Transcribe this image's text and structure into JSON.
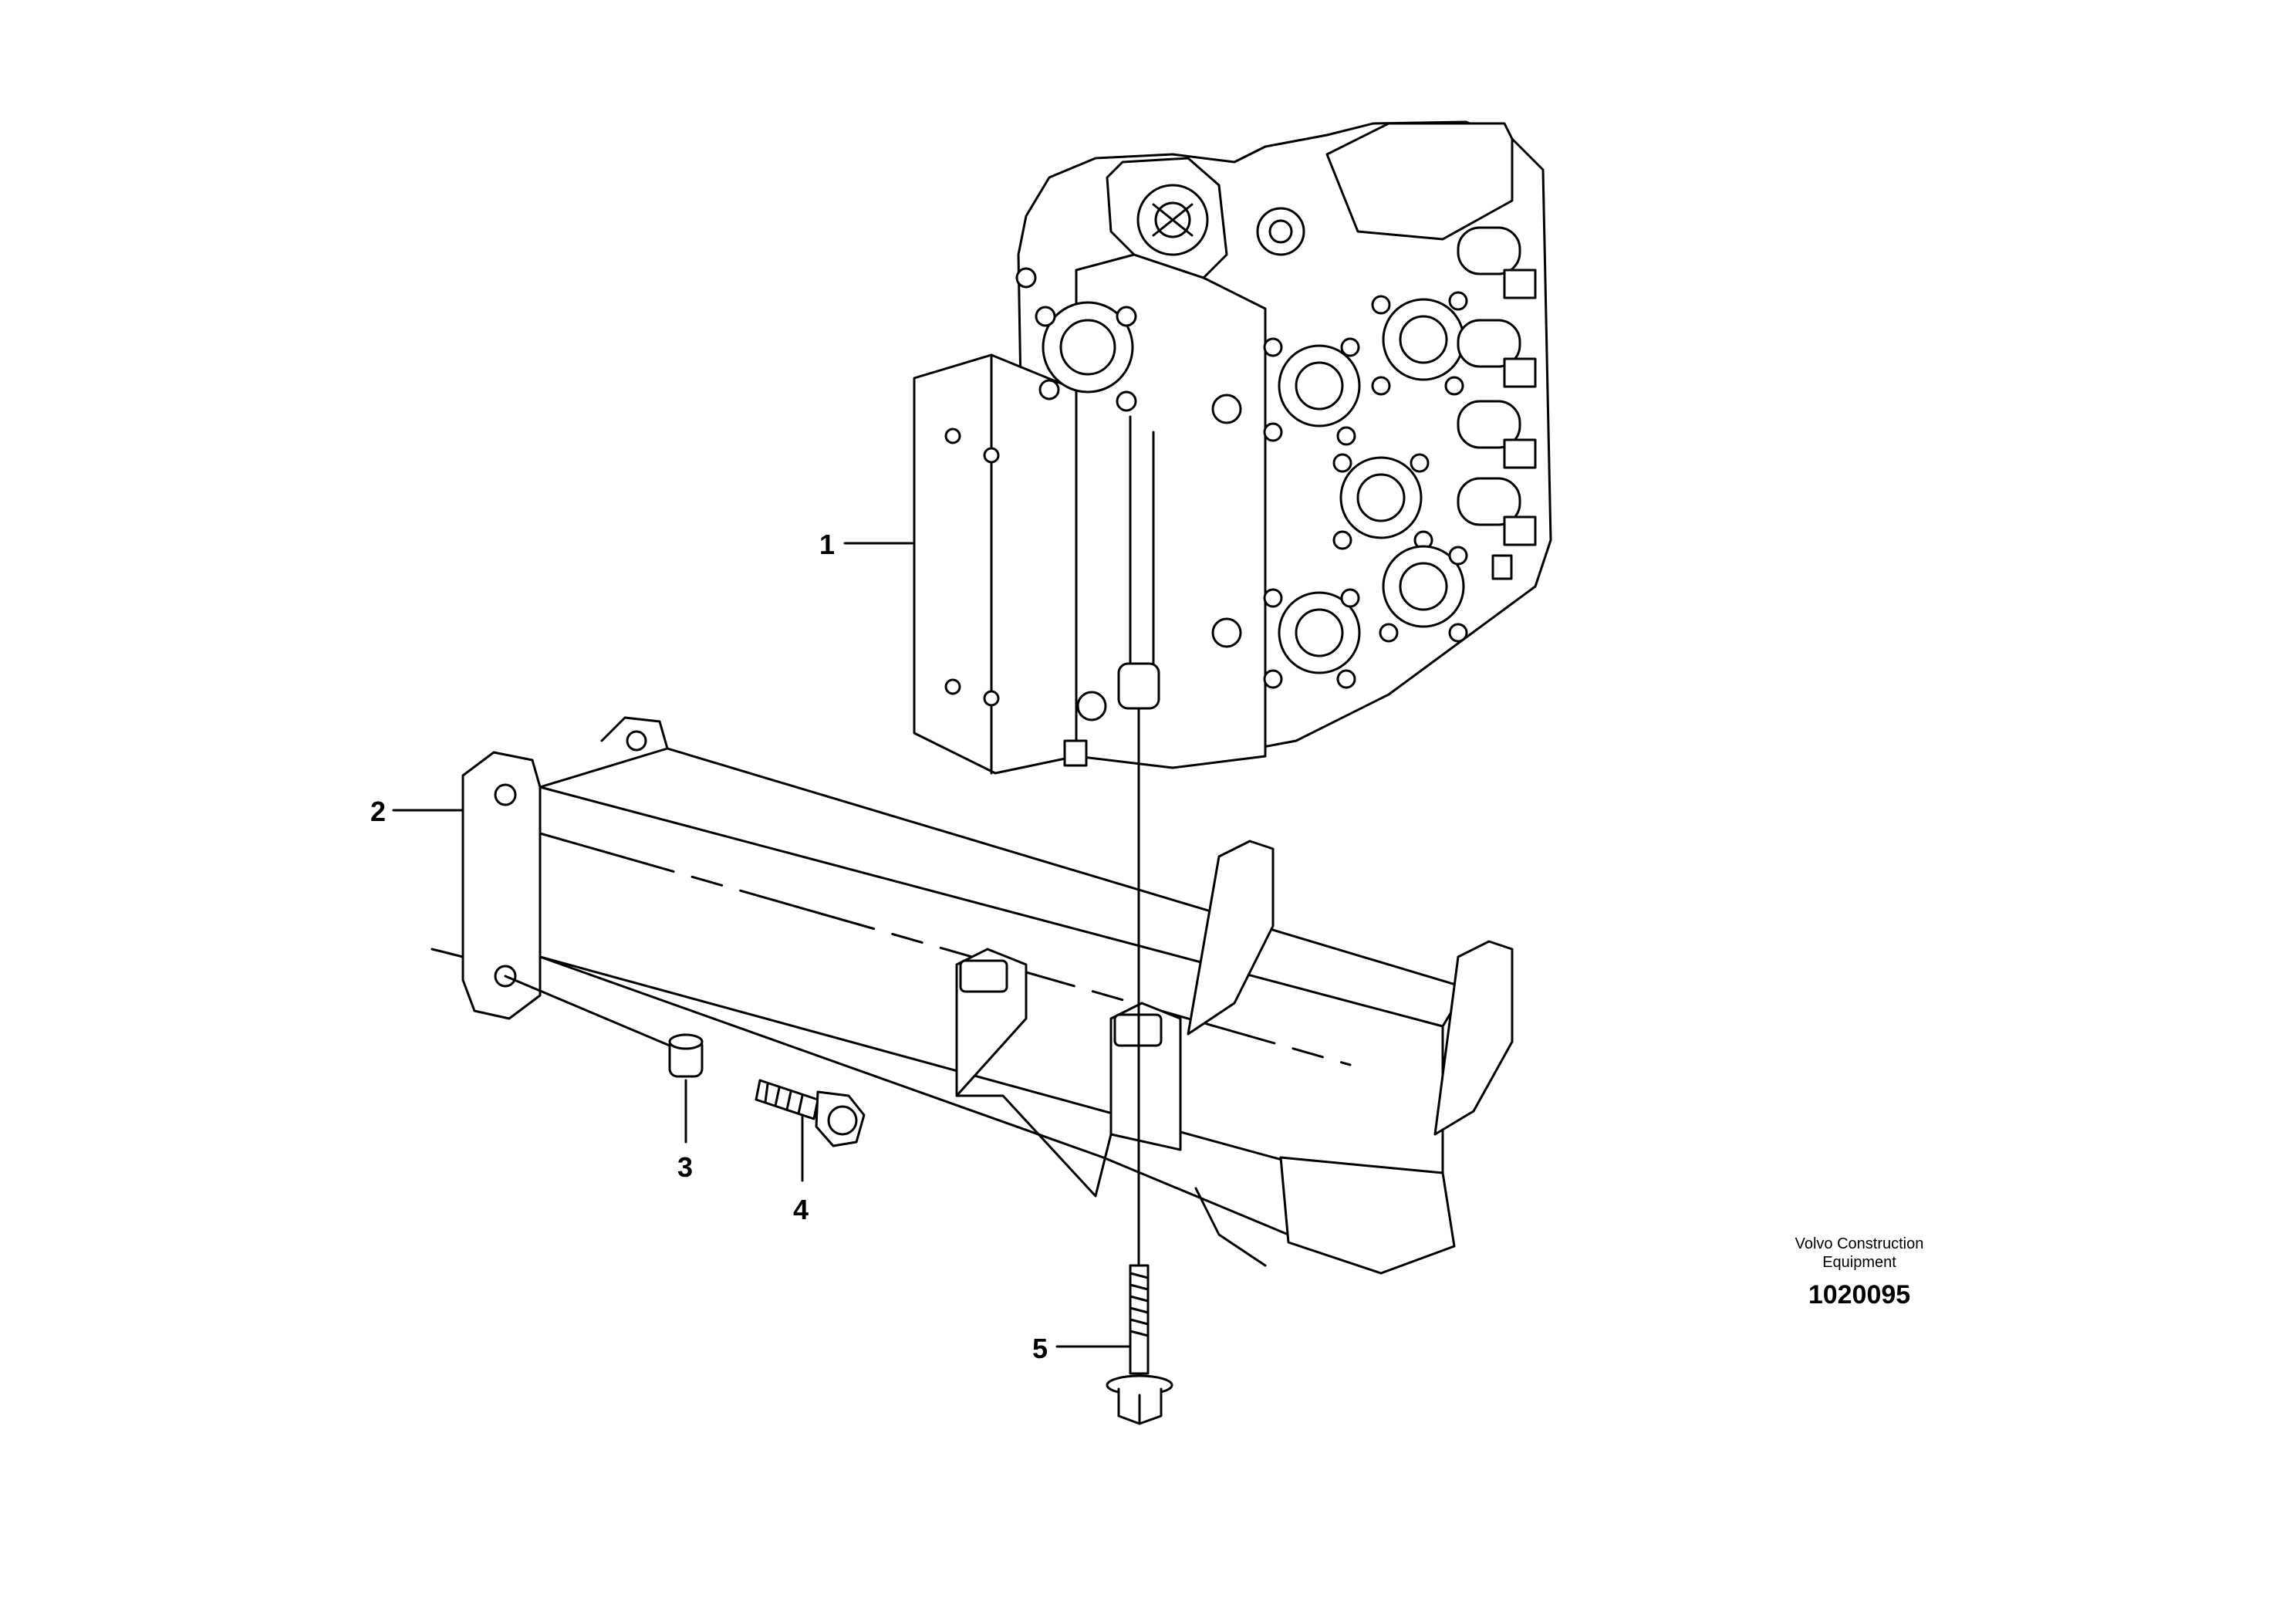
{
  "diagram": {
    "callouts": {
      "c1": "1",
      "c2": "2",
      "c3": "3",
      "c4": "4",
      "c5": "5"
    },
    "brand": {
      "line1": "Volvo Construction",
      "line2": "Equipment",
      "number": "1020095"
    },
    "colors": {
      "line": "#000000",
      "background": "#ffffff"
    }
  }
}
